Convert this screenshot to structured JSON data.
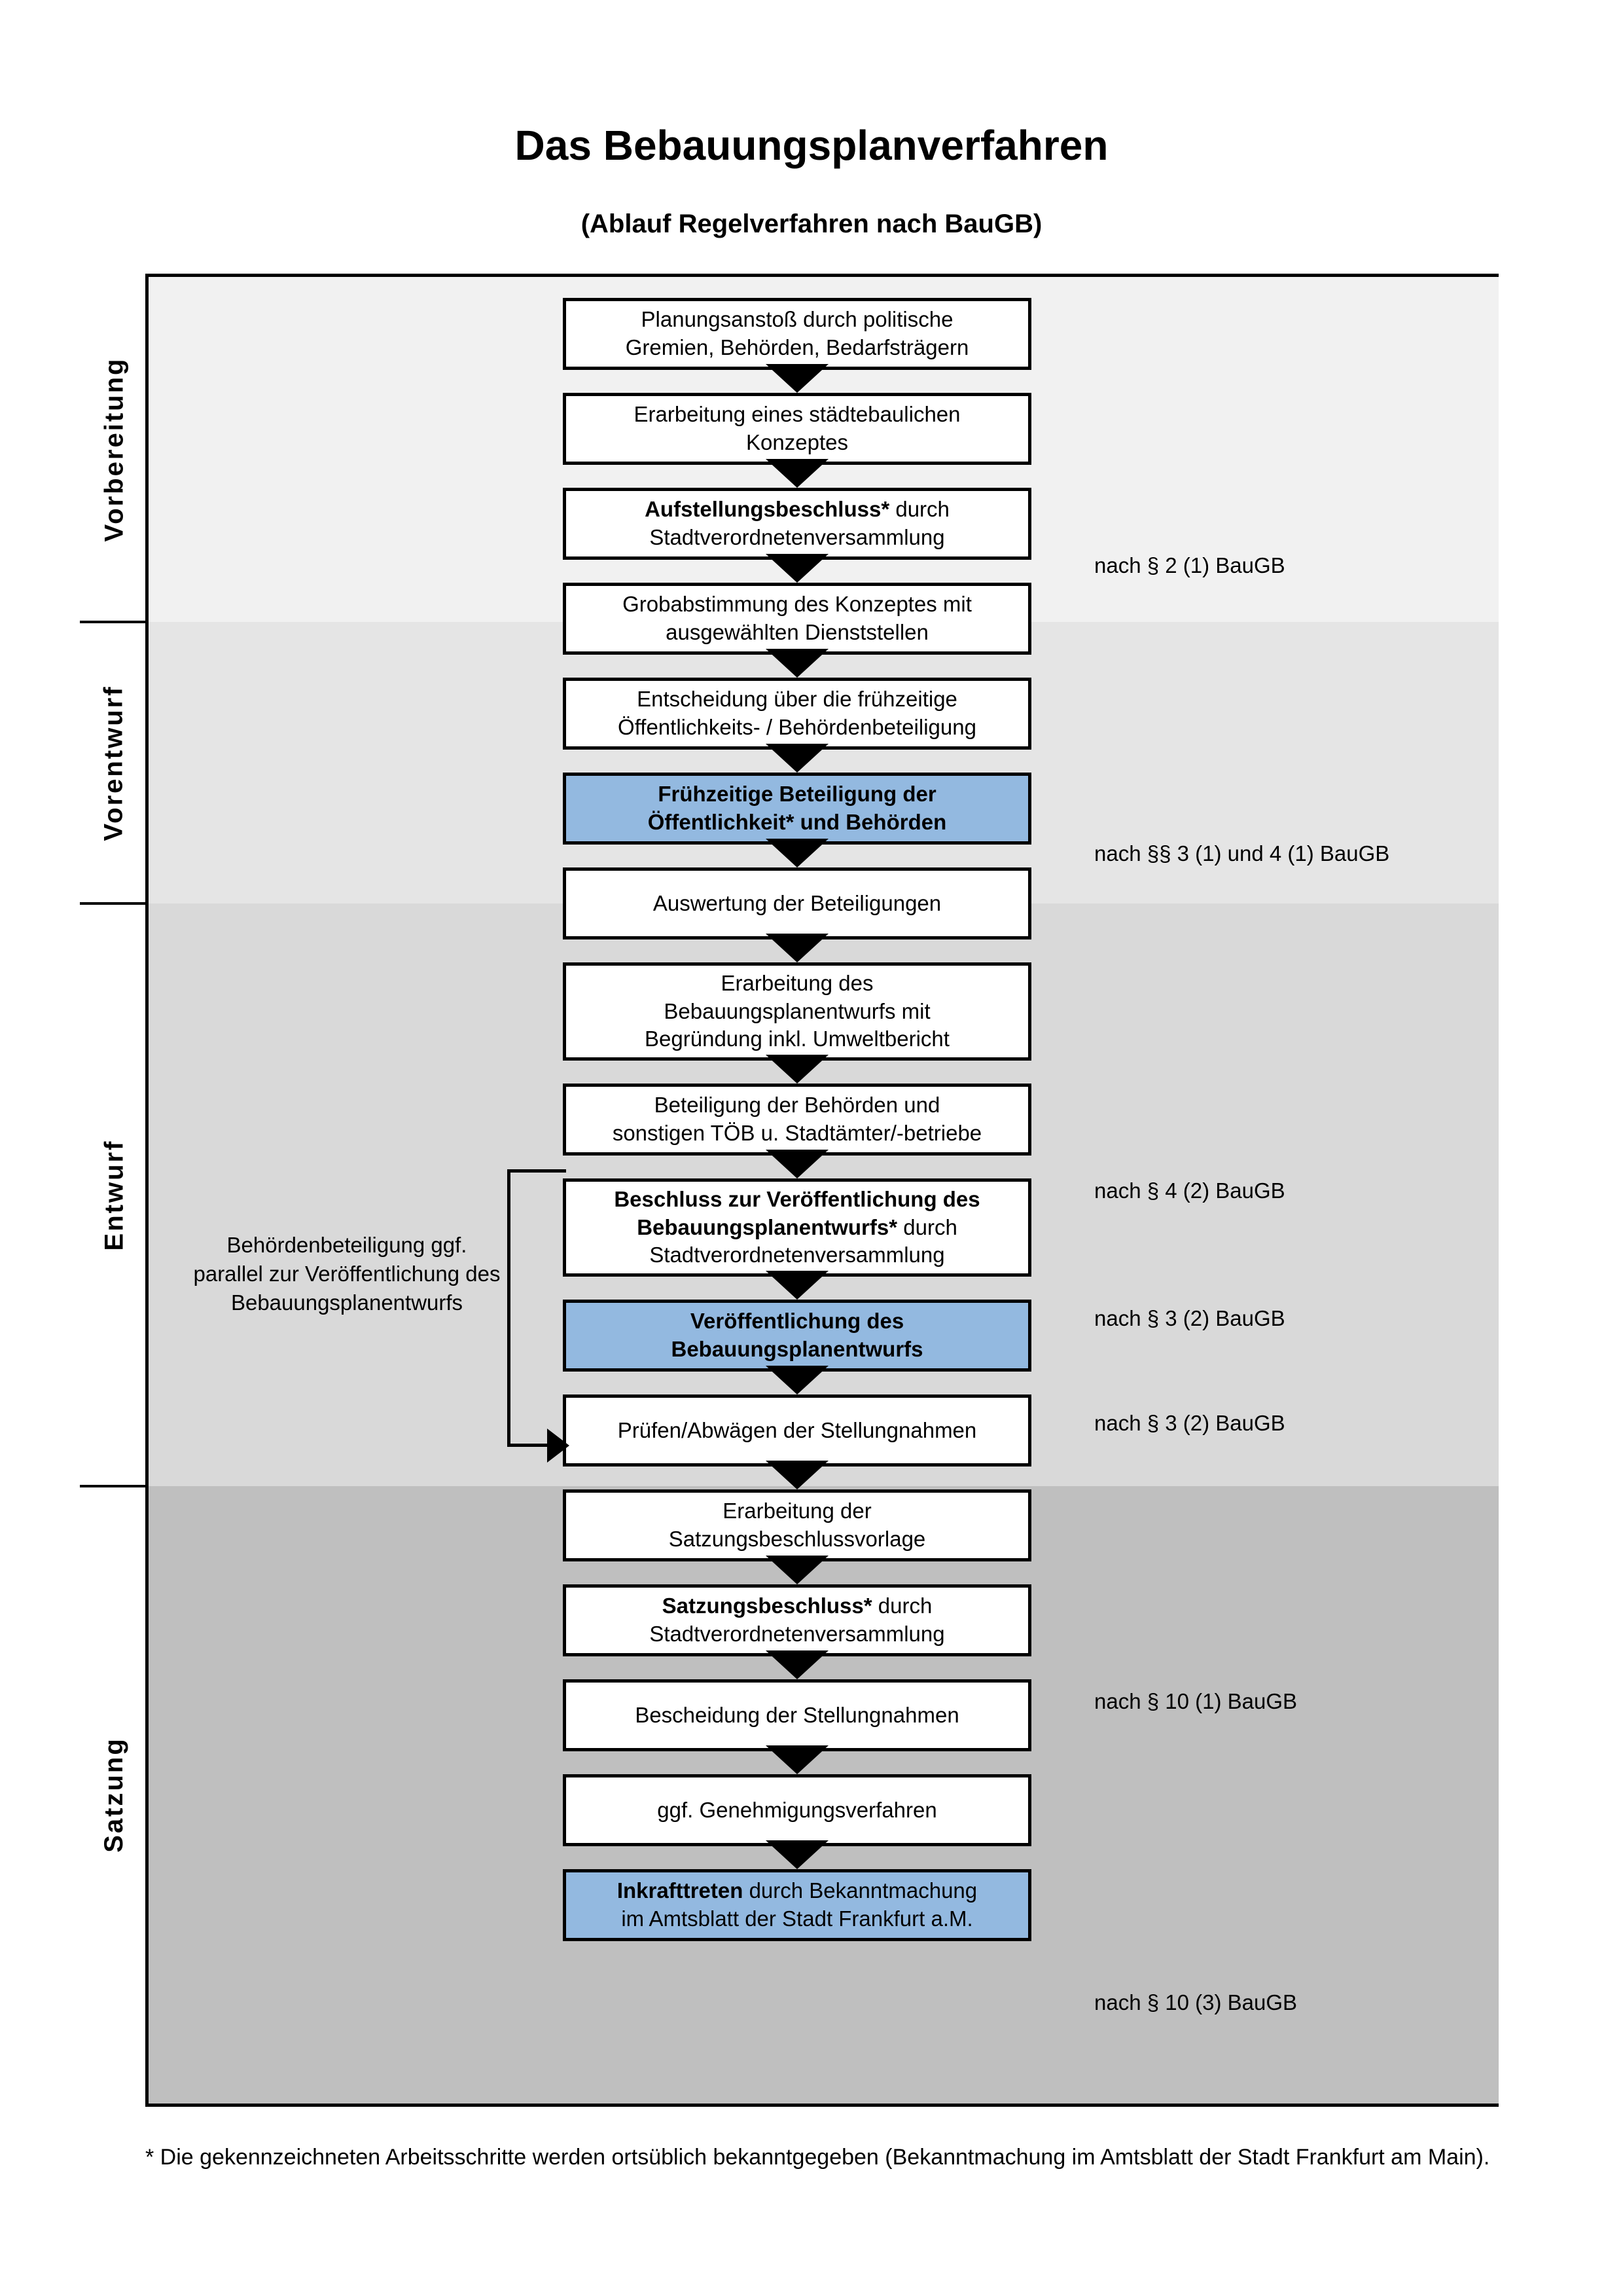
{
  "header": {
    "title": "Das Bebauungsplanverfahren",
    "subtitle": "(Ablauf Regelverfahren nach BauGB)"
  },
  "bands": [
    {
      "label": "Vorbereitung",
      "color": "#f1f1f1"
    },
    {
      "label": "Vorentwurf",
      "color": "#e5e5e5"
    },
    {
      "label": "Entwurf",
      "color": "#d9d9d9"
    },
    {
      "label": "Satzung",
      "color": "#bfbfbf"
    }
  ],
  "steps": [
    {
      "id": "planungsanstoss",
      "line1": "Planungsanstoß durch politische",
      "line2": "Gremien, Behörden, Bedarfsträgern",
      "bold": "",
      "highlight": false
    },
    {
      "id": "staedtebau-konzept",
      "line1": "Erarbeitung eines städtebaulichen",
      "line2": "Konzeptes",
      "bold": "",
      "highlight": false
    },
    {
      "id": "aufstellungsbeschluss",
      "line1": "",
      "line2": "Stadtverordnetenversammlung",
      "bold": "Aufstellungsbeschluss*",
      "boldsuffix": " durch",
      "highlight": false
    },
    {
      "id": "grobabstimmung",
      "line1": "Grobabstimmung des Konzeptes mit",
      "line2": "ausgewählten Dienststellen",
      "bold": "",
      "highlight": false
    },
    {
      "id": "entscheidung-frühzeitig",
      "line1": "Entscheidung über die frühzeitige",
      "line2": "Öffentlichkeits- / Behördenbeteiligung",
      "bold": "",
      "highlight": false
    },
    {
      "id": "fruehzeitige-beteiligung",
      "line1": "Frühzeitige Beteiligung der",
      "line2": "Öffentlichkeit* und Behörden",
      "bold": "",
      "highlight": true,
      "allbold": true
    },
    {
      "id": "auswertung",
      "line1": "Auswertung der Beteiligungen",
      "line2": "",
      "bold": "",
      "highlight": false
    },
    {
      "id": "erarbeitung-entwurf",
      "line1": "Erarbeitung des",
      "line2": "Bebauungsplanentwurfs mit",
      "line3": "Begründung inkl. Umweltbericht",
      "bold": "",
      "highlight": false
    },
    {
      "id": "beteiligung-behoerden",
      "line1": "Beteiligung der Behörden und",
      "line2": "sonstigen TÖB u. Stadtämter/-betriebe",
      "bold": "",
      "highlight": false
    },
    {
      "id": "beschluss-veroeffentlichung",
      "line1": "",
      "line2": "Stadtverordnetenversammlung",
      "bold": "Beschluss zur Veröffentlichung des Bebauungsplanentwurfs*",
      "boldsuffix": " durch",
      "highlight": false
    },
    {
      "id": "veroeffentlichung",
      "line1": "Veröffentlichung des",
      "line2": "Bebauungsplanentwurfs",
      "bold": "",
      "highlight": true,
      "allbold": true
    },
    {
      "id": "pruefen-abwaegen",
      "line1": "Prüfen/Abwägen der Stellungnahmen",
      "line2": "",
      "bold": "",
      "highlight": false
    },
    {
      "id": "satzungsbeschlussvorlage",
      "line1": "Erarbeitung der",
      "line2": "Satzungsbeschlussvorlage",
      "bold": "",
      "highlight": false
    },
    {
      "id": "satzungsbeschluss",
      "line1": "",
      "line2": "Stadtverordnetenversammlung",
      "bold": "Satzungsbeschluss*",
      "boldsuffix": " durch",
      "highlight": false
    },
    {
      "id": "bescheidung",
      "line1": "Bescheidung der Stellungnahmen",
      "line2": "",
      "bold": "",
      "highlight": false
    },
    {
      "id": "genehmigungsverfahren",
      "line1": "ggf. Genehmigungsverfahren",
      "line2": "",
      "bold": "",
      "highlight": false
    },
    {
      "id": "inkrafttreten",
      "line1": "",
      "line2": "im Amtsblatt der Stadt Frankfurt a.M.",
      "bold": "Inkrafttreten",
      "boldsuffix": " durch Bekanntmachung",
      "highlight": true
    }
  ],
  "references": [
    {
      "id": "ref-par2",
      "text": "nach § 2 (1) BauGB"
    },
    {
      "id": "ref-par3-4-1",
      "text": "nach §§ 3 (1) und 4 (1) BauGB"
    },
    {
      "id": "ref-par4-2",
      "text": "nach § 4 (2) BauGB"
    },
    {
      "id": "ref-par3-2-a",
      "text": "nach § 3 (2) BauGB"
    },
    {
      "id": "ref-par3-2-b",
      "text": "nach § 3 (2) BauGB"
    },
    {
      "id": "ref-par10-1",
      "text": "nach § 10 (1) BauGB"
    },
    {
      "id": "ref-par10-3",
      "text": "nach § 10 (3) BauGB"
    }
  ],
  "sidenote": "Behördenbeteiligung ggf. parallel zur Veröffentlichung des Bebauungsplanentwurfs",
  "footnote": "* Die gekennzeichneten Arbeitsschritte werden ortsüblich bekanntgegeben (Bekanntmachung im Amtsblatt  der Stadt Frankfurt am Main).",
  "colors": {
    "highlight": "#93b9e0",
    "border": "#000000",
    "page": "#ffffff"
  }
}
